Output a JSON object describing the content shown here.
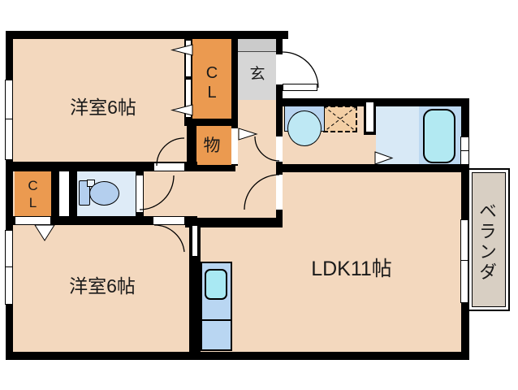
{
  "floorplan": {
    "title": "2LDK apartment floor plan",
    "rooms": {
      "bedroom1": {
        "label": "洋室6帖"
      },
      "bedroom2": {
        "label": "洋室6帖"
      },
      "ldk": {
        "label": "LDK11帖"
      },
      "genkan": {
        "label": "玄"
      },
      "storage": {
        "label": "物"
      },
      "closet1": {
        "line1": "C",
        "line2": "L"
      },
      "closet2": {
        "line1": "C",
        "line2": "L"
      },
      "veranda": {
        "label": "ベランダ"
      }
    },
    "fixtures": {
      "toilet": "toilet",
      "washstand": "washstand",
      "bathtub": "bathtub",
      "kitchen_sink": "kitchen-sink",
      "washing_machine_pan": "washing-machine-pan"
    },
    "colors": {
      "floor": "#F3D8BE",
      "closet_orange": "#EB9A50",
      "genkan_gray": "#D6D6D6",
      "toilet_room": "#DEEBF7",
      "bath_left": "#D8E9F6",
      "bath_right": "#BDD9F1",
      "tub": "#B2E9F2",
      "kitchen": "#B9D6F2",
      "sink": "#A9E9F3",
      "veranda": "#D8CFC3",
      "wall": "#000000"
    }
  }
}
